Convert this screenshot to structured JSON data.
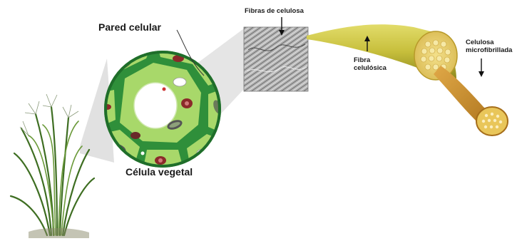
{
  "labels": {
    "pared_celular": "Pared celular",
    "celula_vegetal": "Célula vegetal",
    "fibras_de_celulosa": "Fibras de celulosa",
    "fibra_celulosica_line1": "Fibra",
    "fibra_celulosica_line2": "celulósica",
    "celulosa_mf_line1": "Celulosa",
    "celulosa_mf_line2": "microfibrillada"
  },
  "colors": {
    "cell_wall": "#2f8f3a",
    "cytoplasm": "#a8d86a",
    "fiber_yellow": "#c8c24a",
    "fiber_orange": "#c98a28",
    "micrograph_gray": "#9a9a9a",
    "grass_green": "#4a7a2a"
  },
  "icons": {
    "plant": "grass-plant-icon",
    "cell": "plant-cell-icon",
    "micrograph": "sem-micrograph-icon",
    "fiber": "cellulose-fiber-icon",
    "microfibril": "microfibril-strand-icon"
  }
}
